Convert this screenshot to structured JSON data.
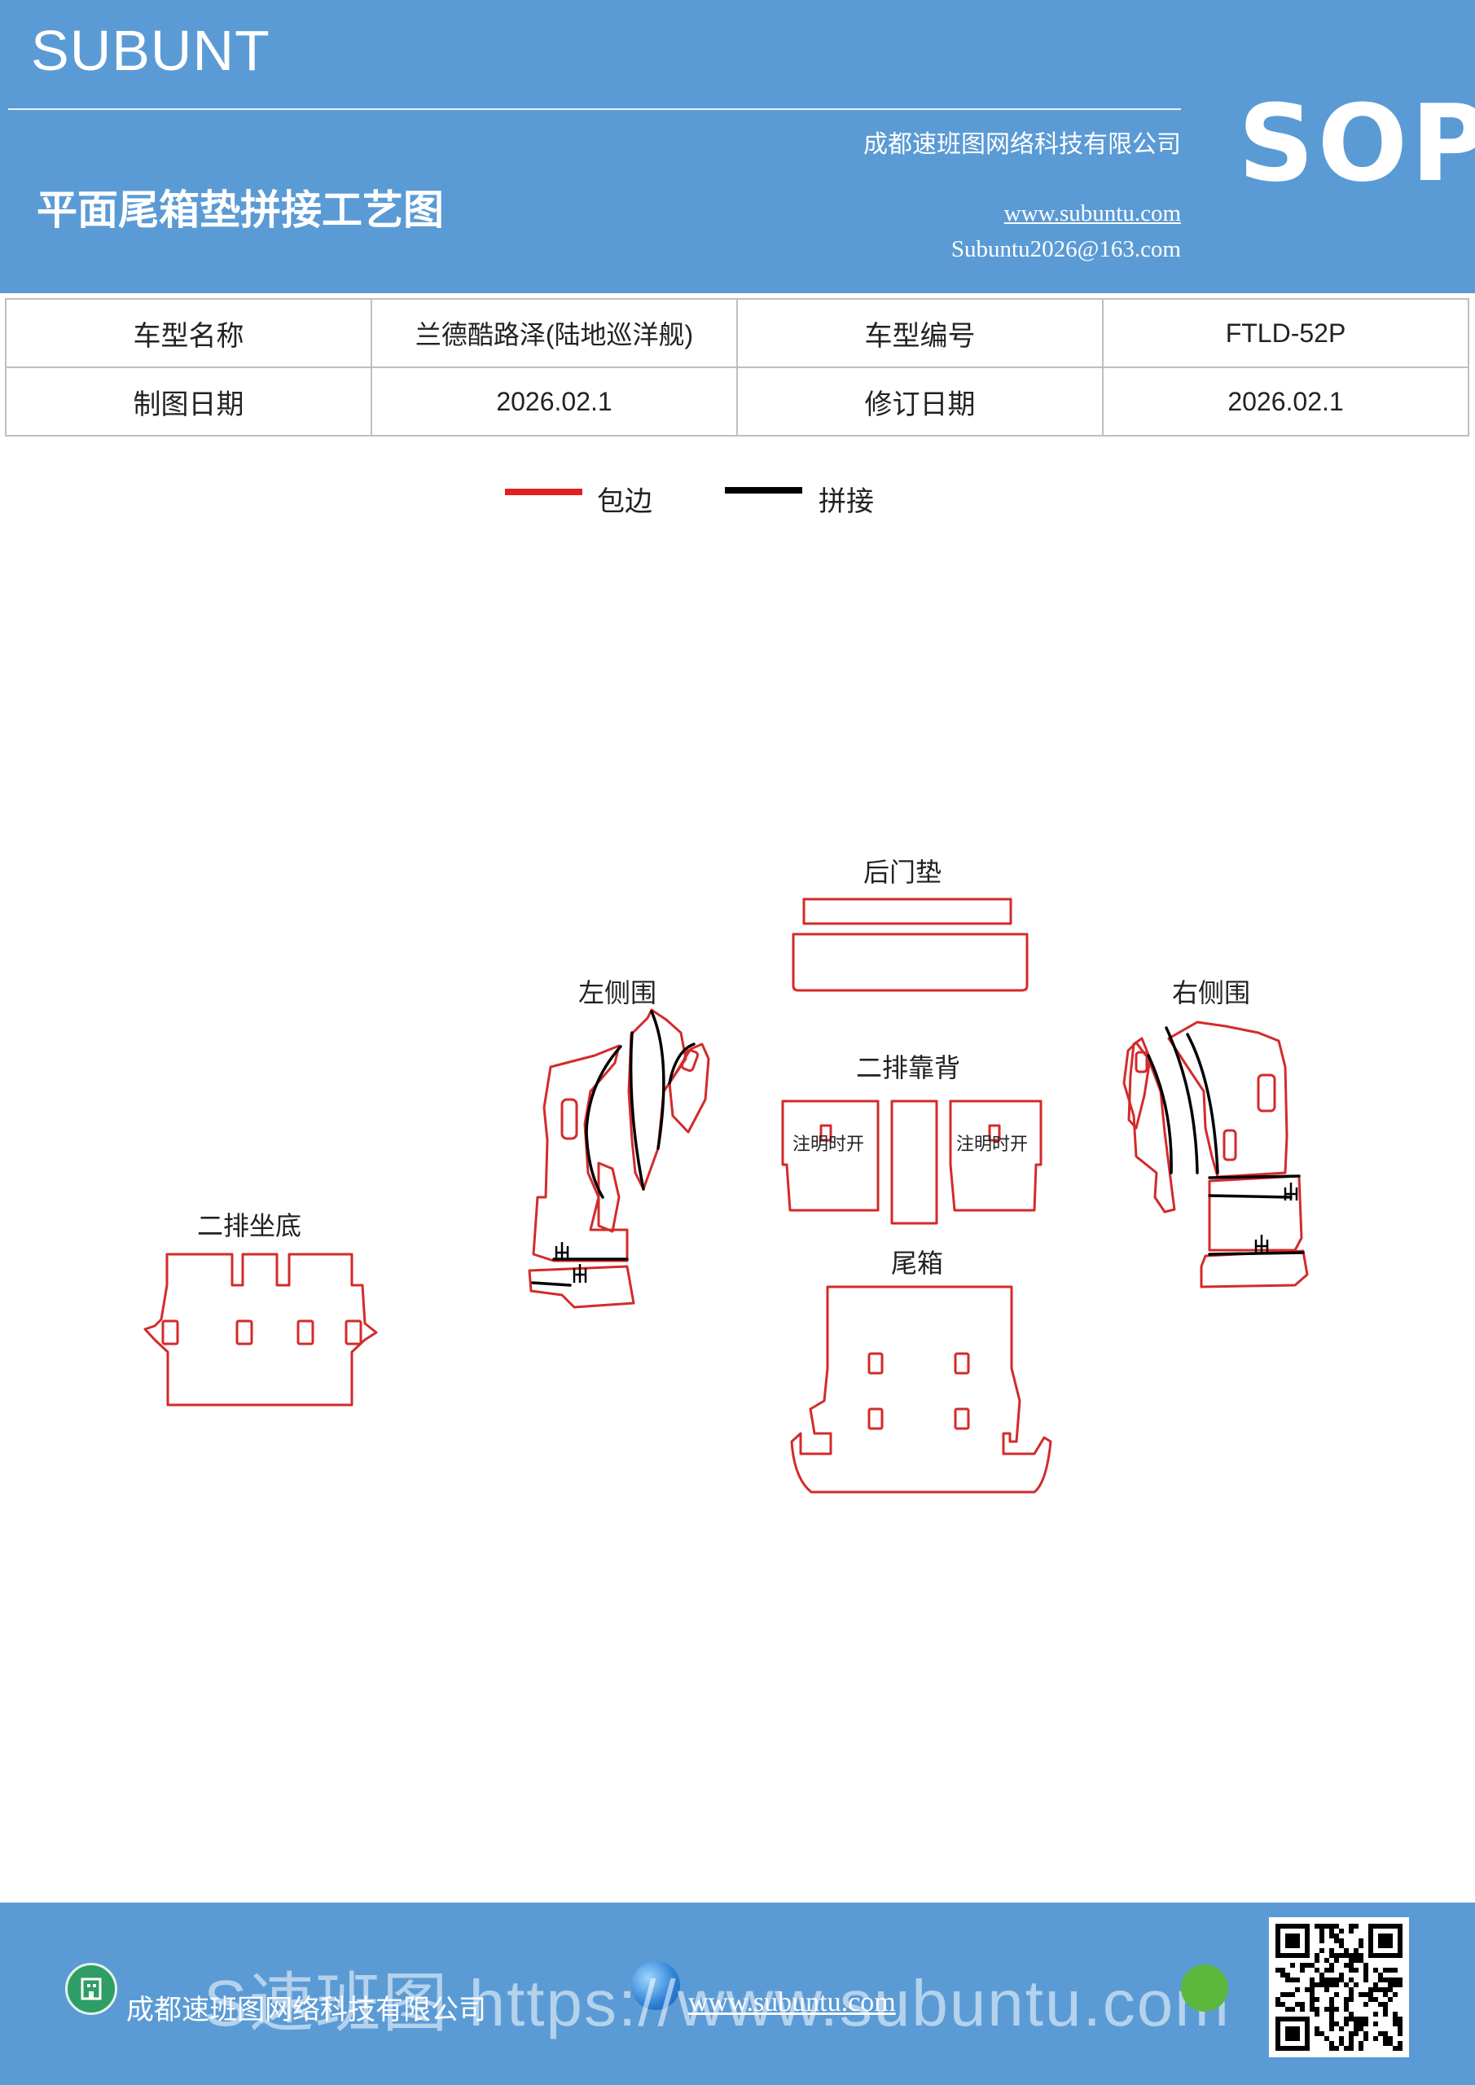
{
  "header": {
    "brand": "SUBUNT",
    "company": "成都速班图网络科技有限公司",
    "title": "平面尾箱垫拼接工艺图",
    "website": "www.subuntu.com",
    "email": "Subuntu2026@163.com",
    "badge": "SOP",
    "bg_color": "#5b9bd5"
  },
  "info_table": {
    "rows": [
      [
        "车型名称",
        "兰德酷路泽(陆地巡洋舰)",
        "车型编号",
        "FTLD-52P"
      ],
      [
        "制图日期",
        "2026.02.1",
        "修订日期",
        "2026.02.1"
      ]
    ]
  },
  "legend": {
    "items": [
      {
        "label": "包边",
        "color": "#e32020"
      },
      {
        "label": "拼接",
        "color": "#000000"
      }
    ]
  },
  "diagram": {
    "parts": {
      "rear_door": "后门垫",
      "left_side": "左侧围",
      "right_side": "右侧围",
      "second_row_back": "二排靠背",
      "second_row_base": "二排坐底",
      "trunk": "尾箱"
    },
    "notes": {
      "open_left": "注明时开",
      "open_right": "注明时开"
    }
  },
  "footer": {
    "company": "成都速班图网络科技有限公司",
    "url": "www.subuntu.com",
    "watermark": "S速班图 https://www.subuntu.com"
  }
}
